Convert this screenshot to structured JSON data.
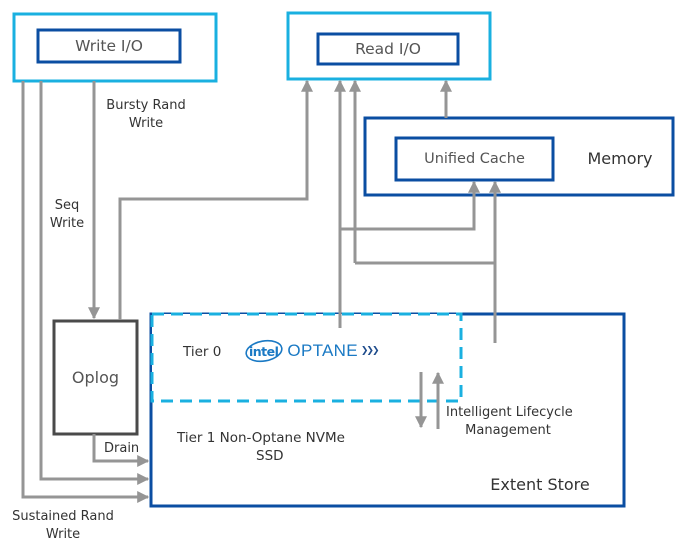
{
  "colors": {
    "cyan": "#1ab0e0",
    "dark_blue": "#0b4ea2",
    "connector_gray": "#959595",
    "oplog_border": "#4a4a4a",
    "intel_blue": "#1a79c4"
  },
  "boxes": {
    "write_io": "Write I/O",
    "read_io": "Read I/O",
    "unified_cache": "Unified Cache",
    "memory": "Memory",
    "oplog": "Oplog",
    "extent_store": "Extent Store",
    "tier0": "Tier 0",
    "tier1_line1": "Tier 1 Non-Optane NVMe",
    "tier1_line2": "SSD"
  },
  "logo": {
    "brand": "intel",
    "product": "OPTANE",
    "chevrons": "❯❯❯"
  },
  "flow_labels": {
    "bursty_line1": "Bursty Rand",
    "bursty_line2": "Write",
    "seq_line1": "Seq",
    "seq_line2": "Write",
    "drain": "Drain",
    "sustained_line1": "Sustained Rand",
    "sustained_line2": "Write",
    "ilm_line1": "Intelligent Lifecycle",
    "ilm_line2": "Management"
  }
}
